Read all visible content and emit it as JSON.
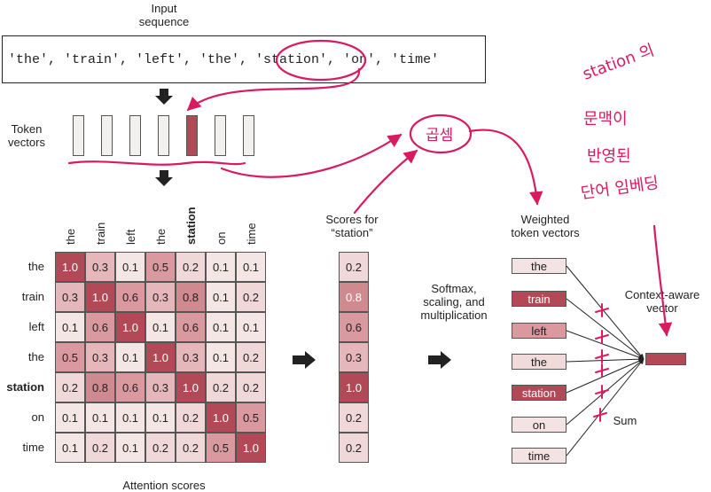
{
  "input": {
    "title_lines": [
      "Input",
      "sequence"
    ],
    "sequence_text": "'the', 'train', 'left', 'the', 'station', 'on', 'time'"
  },
  "token_vectors": {
    "label_lines": [
      "Token",
      "vectors"
    ]
  },
  "matrix": {
    "tokens": [
      "the",
      "train",
      "left",
      "the",
      "station",
      "on",
      "time"
    ],
    "bold_token": "station",
    "values": [
      [
        "1.0",
        "0.3",
        "0.1",
        "0.5",
        "0.2",
        "0.1",
        "0.1"
      ],
      [
        "0.3",
        "1.0",
        "0.6",
        "0.3",
        "0.8",
        "0.1",
        "0.2"
      ],
      [
        "0.1",
        "0.6",
        "1.0",
        "0.1",
        "0.6",
        "0.1",
        "0.1"
      ],
      [
        "0.5",
        "0.3",
        "0.1",
        "1.0",
        "0.3",
        "0.1",
        "0.2"
      ],
      [
        "0.2",
        "0.8",
        "0.6",
        "0.3",
        "1.0",
        "0.2",
        "0.2"
      ],
      [
        "0.1",
        "0.1",
        "0.1",
        "0.1",
        "0.2",
        "1.0",
        "0.5"
      ],
      [
        "0.1",
        "0.2",
        "0.1",
        "0.2",
        "0.2",
        "0.5",
        "1.0"
      ]
    ],
    "caption": "Attention scores"
  },
  "scores": {
    "label_lines": [
      "Scores for",
      "“station”"
    ],
    "values": [
      "0.2",
      "0.8",
      "0.6",
      "0.3",
      "1.0",
      "0.2",
      "0.2"
    ]
  },
  "softmax_label_lines": [
    "Softmax,",
    "scaling, and",
    "multiplication"
  ],
  "weighted": {
    "label_lines": [
      "Weighted",
      "token vectors"
    ],
    "tokens": [
      "the",
      "train",
      "left",
      "the",
      "station",
      "on",
      "time"
    ]
  },
  "context": {
    "label_lines": [
      "Context-aware",
      "vector"
    ]
  },
  "sum_label": "Sum",
  "annotations": {
    "dot_product": "곱셈",
    "note_lines": [
      "station 의",
      "문맥이",
      "반영된",
      "단어 임베딩"
    ]
  },
  "colors": {
    "accent": "#b24956",
    "handwriting": "#d81b60",
    "level_0": "#f5e6e6",
    "level_1": "#f0d8d8",
    "level_2": "#e6b7ba",
    "level_3": "#d9999e",
    "level_4": "#cf8a90",
    "level_5": "#b24956"
  }
}
